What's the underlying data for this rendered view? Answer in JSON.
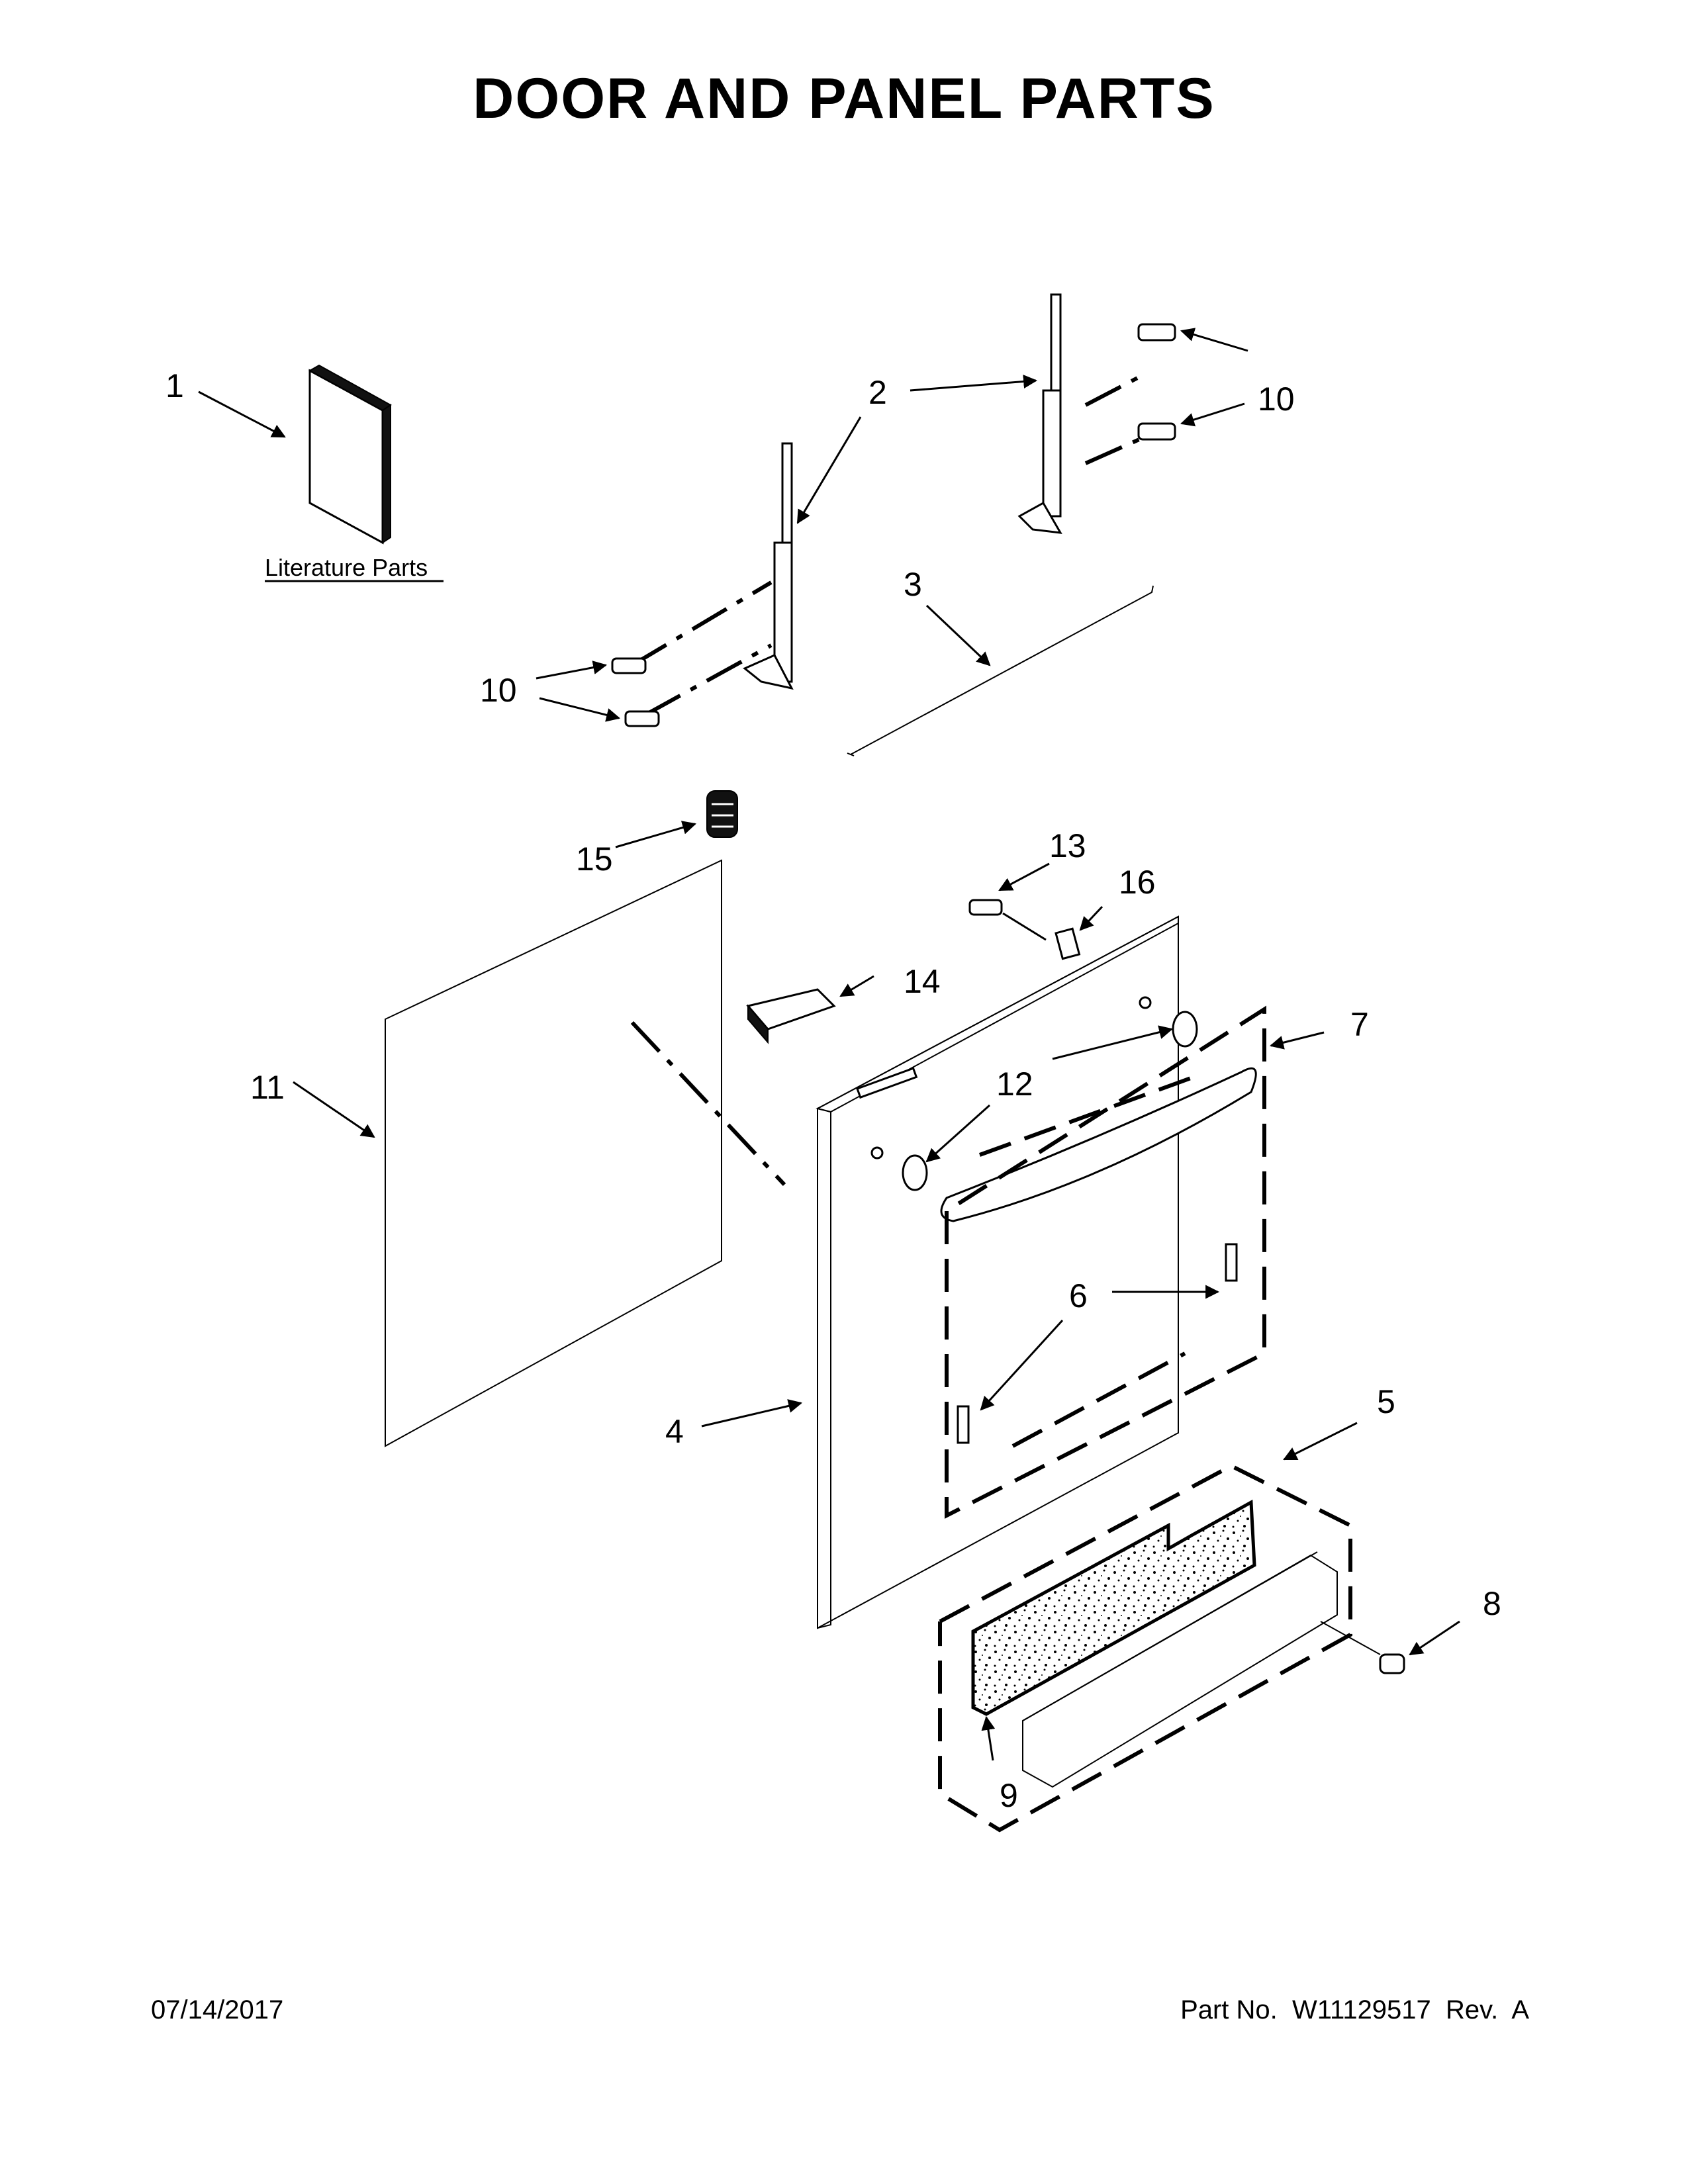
{
  "header": {
    "title": "DOOR AND PANEL PARTS"
  },
  "literature": {
    "label": "Literature Parts"
  },
  "callouts": [
    {
      "id": "c1",
      "text": "1"
    },
    {
      "id": "c2",
      "text": "2"
    },
    {
      "id": "c3",
      "text": "3"
    },
    {
      "id": "c4",
      "text": "4"
    },
    {
      "id": "c5",
      "text": "5"
    },
    {
      "id": "c6",
      "text": "6"
    },
    {
      "id": "c7",
      "text": "7"
    },
    {
      "id": "c8",
      "text": "8"
    },
    {
      "id": "c9",
      "text": "9"
    },
    {
      "id": "c10a",
      "text": "10"
    },
    {
      "id": "c10b",
      "text": "10"
    },
    {
      "id": "c11",
      "text": "11"
    },
    {
      "id": "c12",
      "text": "12"
    },
    {
      "id": "c13",
      "text": "13"
    },
    {
      "id": "c14",
      "text": "14"
    },
    {
      "id": "c15",
      "text": "15"
    },
    {
      "id": "c16",
      "text": "16"
    }
  ],
  "footer": {
    "date": "07/14/2017",
    "part_number": "Part No.  W11129517  Rev.  A"
  }
}
